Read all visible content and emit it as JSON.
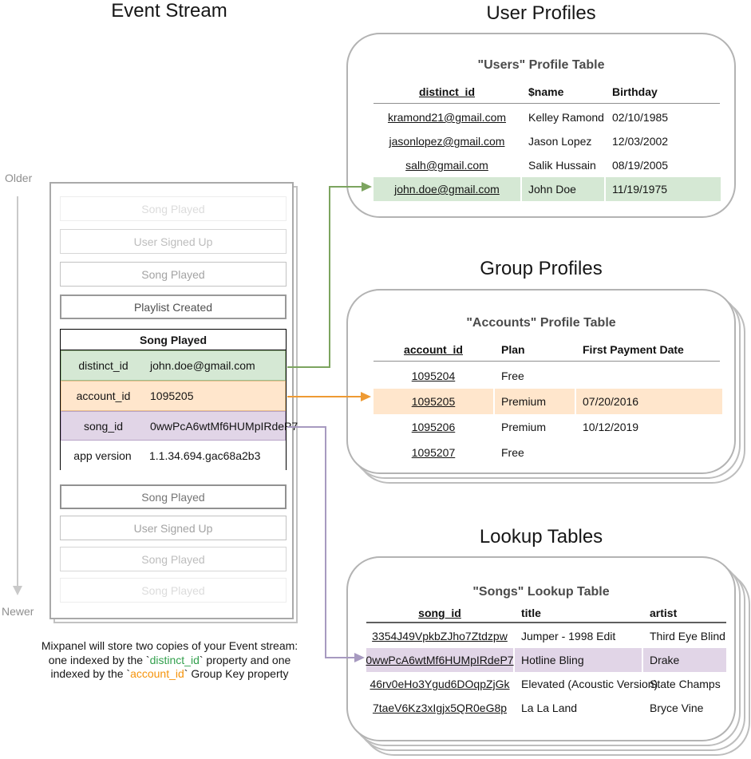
{
  "event_stream": {
    "title": "Event Stream",
    "older_label": "Older",
    "newer_label": "Newer",
    "events_before": [
      "Song Played",
      "User Signed Up",
      "Song Played",
      "Playlist Created"
    ],
    "expanded_event": {
      "title": "Song Played",
      "rows": [
        {
          "key": "distinct_id",
          "value": "john.doe@gmail.com"
        },
        {
          "key": "account_id",
          "value": "1095205"
        },
        {
          "key": "song_id",
          "value": "0wwPcA6wtMf6HUMpIRdeP7"
        },
        {
          "key": "app version",
          "value": "1.1.34.694.gac68a2b3"
        }
      ]
    },
    "events_after": [
      "Song Played",
      "User Signed Up",
      "Song Played",
      "Song Played"
    ]
  },
  "user_profiles": {
    "section_title": "User Profiles",
    "table_title": "\"Users\" Profile Table",
    "columns": [
      "distinct_id",
      "$name",
      "Birthday"
    ],
    "rows": [
      [
        "kramond21@gmail.com",
        "Kelley Ramond",
        "02/10/1985"
      ],
      [
        "jasonlopez@gmail.com",
        "Jason Lopez",
        "12/03/2002"
      ],
      [
        "salh@gmail.com",
        "Salik Hussain",
        "08/19/2005"
      ],
      [
        "john.doe@gmail.com",
        "John Doe",
        "11/19/1975"
      ]
    ],
    "highlighted_row": 3,
    "highlight_color": "#d5e8d4"
  },
  "group_profiles": {
    "section_title": "Group Profiles",
    "table_title": "\"Accounts\" Profile Table",
    "columns": [
      "account_id",
      "Plan",
      "First Payment Date"
    ],
    "rows": [
      [
        "1095204",
        "Free",
        ""
      ],
      [
        "1095205",
        "Premium",
        "07/20/2016"
      ],
      [
        "1095206",
        "Premium",
        "10/12/2019"
      ],
      [
        "1095207",
        "Free",
        ""
      ]
    ],
    "highlighted_row": 1,
    "highlight_color": "#ffe6cc"
  },
  "lookup_tables": {
    "section_title": "Lookup Tables",
    "table_title": "\"Songs\" Lookup Table",
    "columns": [
      "song_id",
      "title",
      "artist"
    ],
    "rows": [
      [
        "3354J49VpkbZJho7Ztdzpw",
        "Jumper - 1998 Edit",
        "Third Eye Blind"
      ],
      [
        "0wwPcA6wtMf6HUMpIRdeP7",
        "Hotline Bling",
        "Drake"
      ],
      [
        "46rv0eHo3Ygud6DOqpZjGk",
        "Elevated (Acoustic Version)",
        "State Champs"
      ],
      [
        "7taeV6Kz3xIgjx5QR0eG8p",
        "La La Land",
        "Bryce Vine"
      ]
    ],
    "highlighted_row": 1,
    "highlight_color": "#e1d5e7"
  },
  "caption": {
    "line1": "Mixpanel will store two copies of your Event stream:",
    "line2_pre": "one indexed by the `",
    "line2_code": "distinct_id",
    "line2_post": "` property and one",
    "line3_pre": "indexed by the `",
    "line3_code": "account_id",
    "line3_post": "` Group Key property"
  },
  "colors": {
    "green_row": "#d5e8d4",
    "orange_row": "#ffe6cc",
    "purple_row": "#e1d5e7",
    "green_arrow": "#7ca45f",
    "orange_arrow": "#ee9a33",
    "purple_arrow": "#a79ac0",
    "caption_green": "#33a04d",
    "caption_orange": "#f5930b"
  }
}
